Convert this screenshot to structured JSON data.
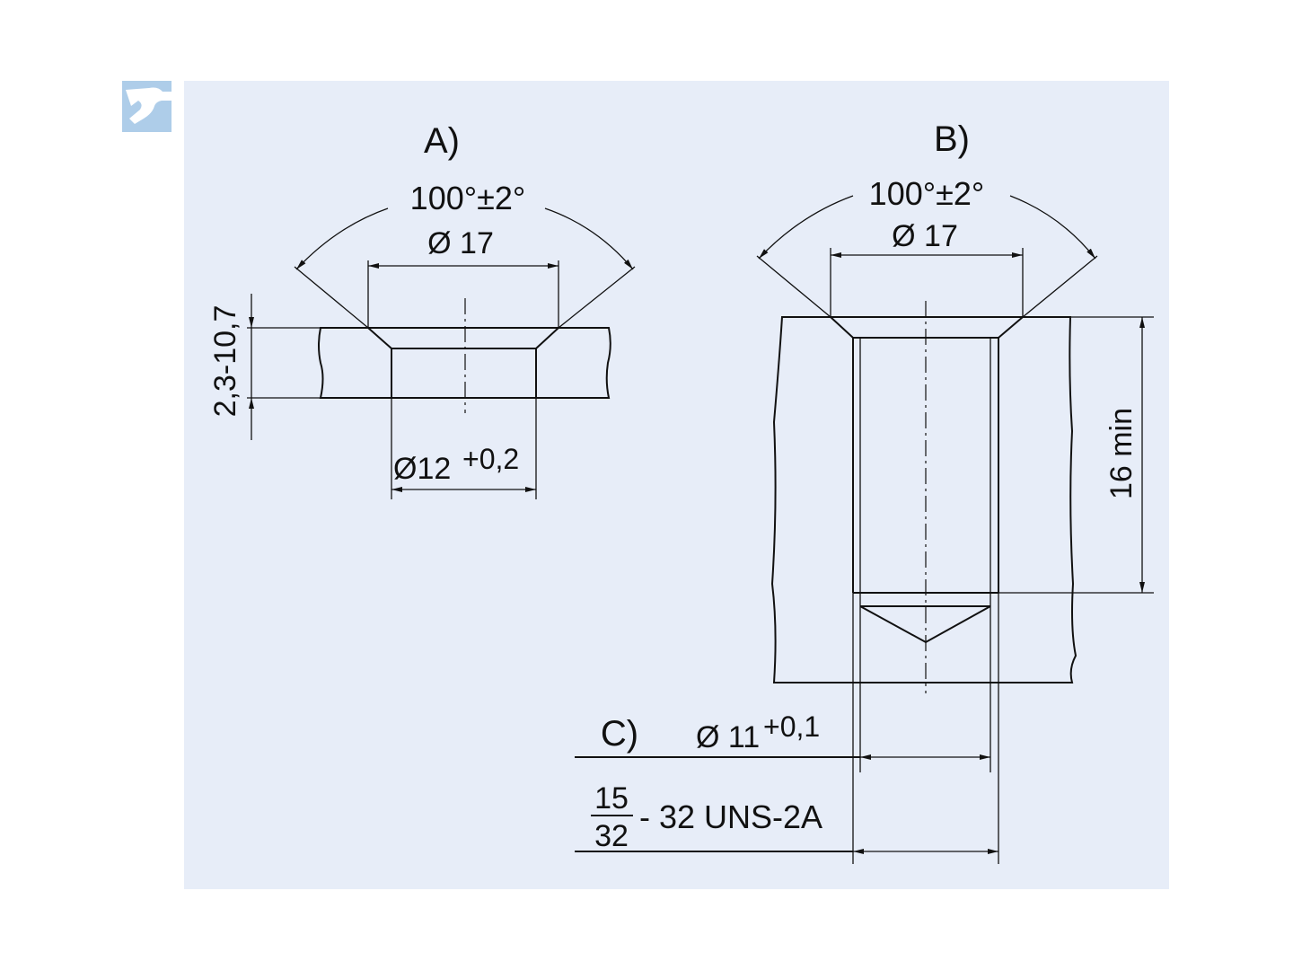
{
  "figure_a": {
    "label": "A)",
    "angle": "100°±2°",
    "diameter_top": "Ø 17",
    "depth": "2,3-10,7",
    "bore_diameter": "Ø12",
    "bore_tolerance": "+0,2"
  },
  "figure_b": {
    "label": "B)",
    "angle": "100°±2°",
    "diameter_top": "Ø 17",
    "depth": "16 min"
  },
  "figure_c": {
    "label": "C)",
    "diameter": "Ø 11",
    "tolerance": "+0,1",
    "thread_numerator": "15",
    "thread_denominator": "32",
    "thread_spec": "- 32 UNS-2A"
  },
  "colors": {
    "panel": "#e7edf8",
    "logo": "#aecde9",
    "ink": "#111111"
  },
  "icons": {
    "logo": "wrench-icon"
  }
}
